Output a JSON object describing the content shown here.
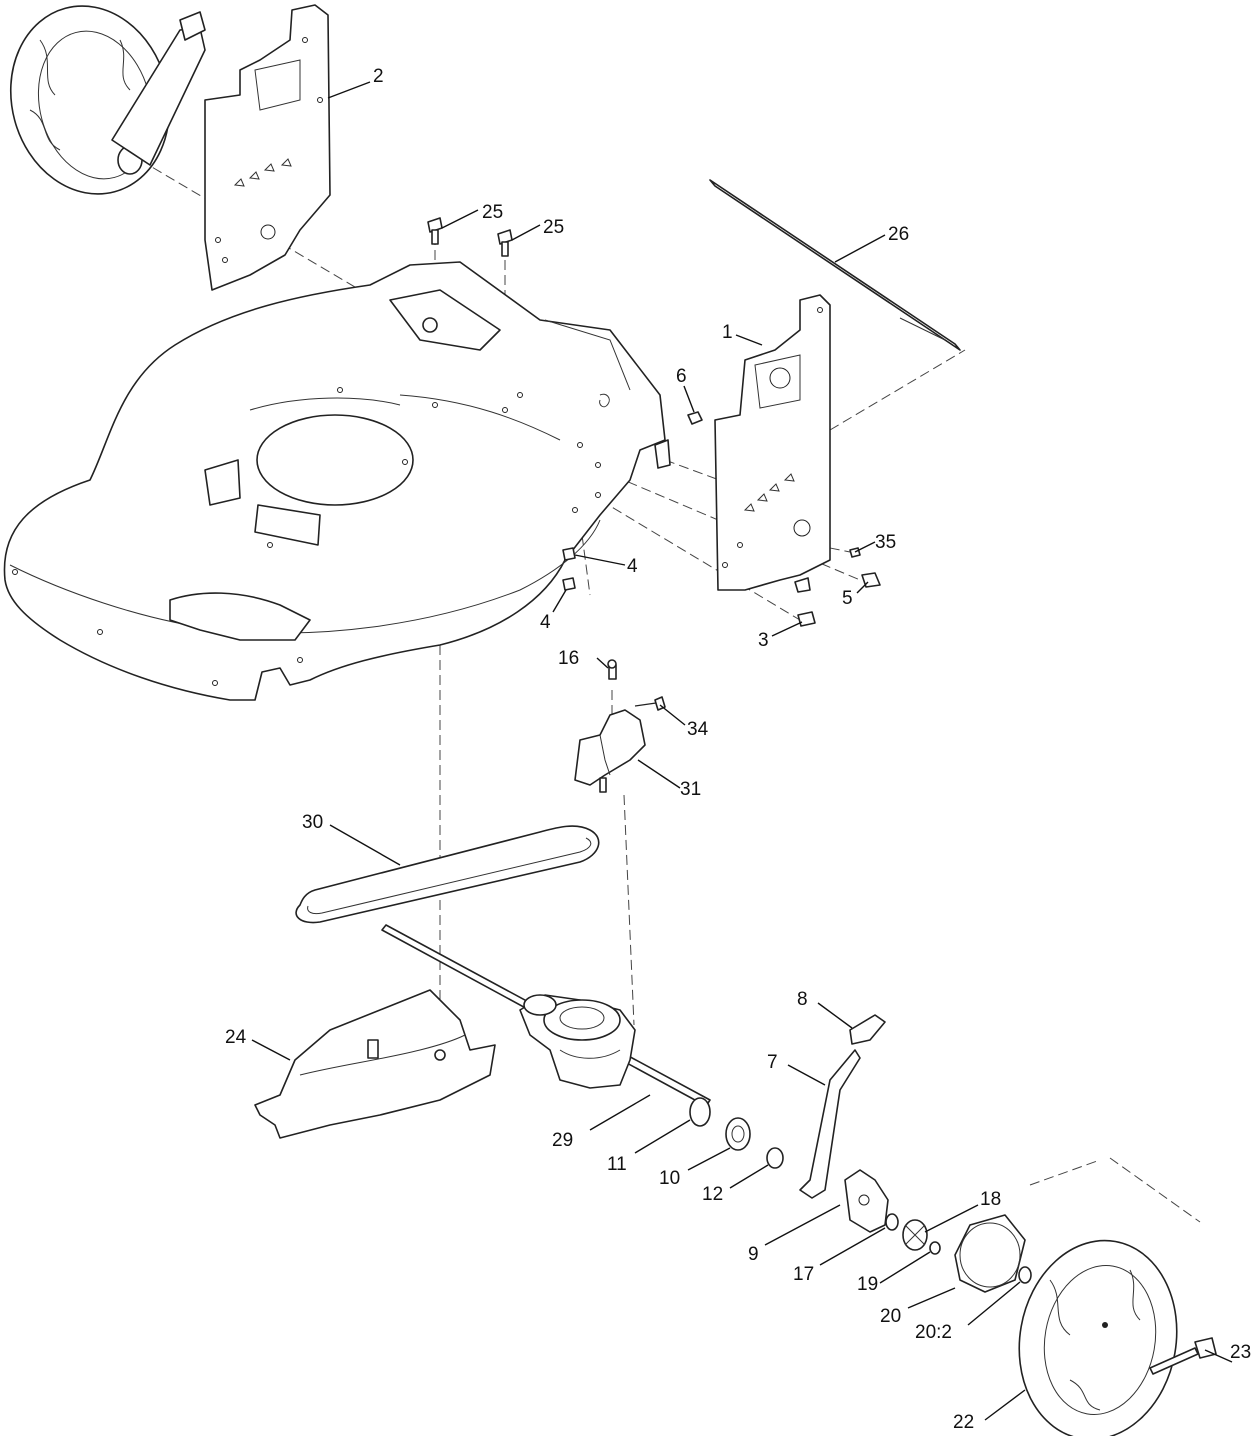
{
  "callouts": [
    {
      "id": "c2",
      "text": "2"
    },
    {
      "id": "c25a",
      "text": "25"
    },
    {
      "id": "c25b",
      "text": "25"
    },
    {
      "id": "c26",
      "text": "26"
    },
    {
      "id": "c1",
      "text": "1"
    },
    {
      "id": "c6",
      "text": "6"
    },
    {
      "id": "c35",
      "text": "35"
    },
    {
      "id": "c4a",
      "text": "4"
    },
    {
      "id": "c4b",
      "text": "4"
    },
    {
      "id": "c5",
      "text": "5"
    },
    {
      "id": "c3",
      "text": "3"
    },
    {
      "id": "c16",
      "text": "16"
    },
    {
      "id": "c34",
      "text": "34"
    },
    {
      "id": "c31",
      "text": "31"
    },
    {
      "id": "c30",
      "text": "30"
    },
    {
      "id": "c8",
      "text": "8"
    },
    {
      "id": "c7",
      "text": "7"
    },
    {
      "id": "c24",
      "text": "24"
    },
    {
      "id": "c29",
      "text": "29"
    },
    {
      "id": "c11",
      "text": "11"
    },
    {
      "id": "c10",
      "text": "10"
    },
    {
      "id": "c12",
      "text": "12"
    },
    {
      "id": "c18",
      "text": "18"
    },
    {
      "id": "c9",
      "text": "9"
    },
    {
      "id": "c17",
      "text": "17"
    },
    {
      "id": "c19",
      "text": "19"
    },
    {
      "id": "c20",
      "text": "20"
    },
    {
      "id": "c20_2",
      "text": "20:2"
    },
    {
      "id": "c23",
      "text": "23"
    },
    {
      "id": "c22",
      "text": "22"
    }
  ]
}
